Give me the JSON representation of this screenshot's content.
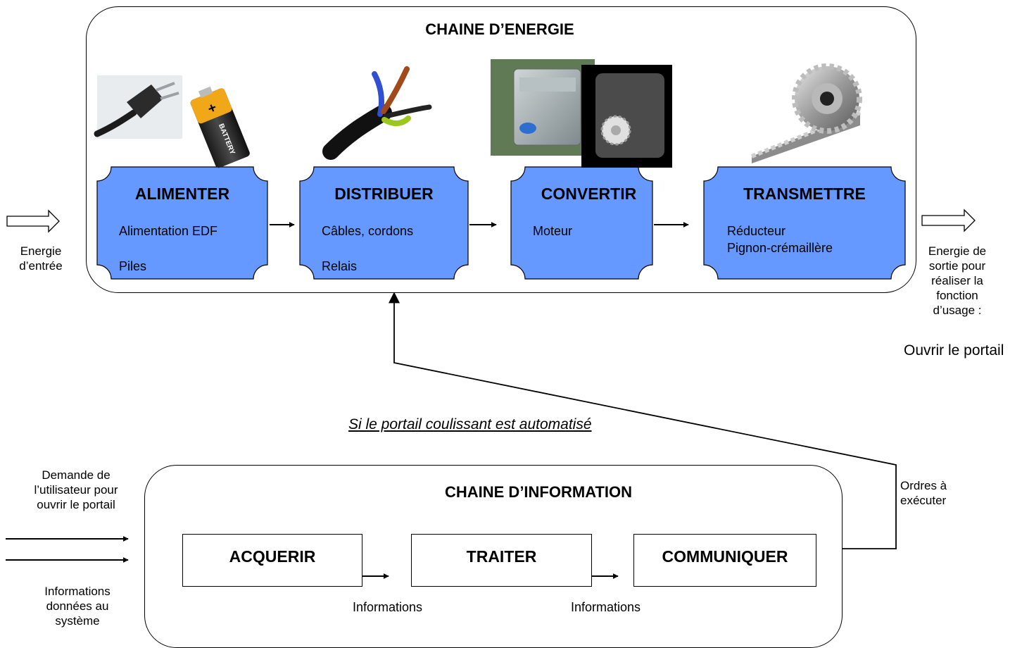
{
  "energy_chain": {
    "title": "CHAINE D’ENERGIE",
    "blocks": [
      {
        "title": "ALIMENTER",
        "line1": "Alimentation EDF",
        "line2": "Piles"
      },
      {
        "title": "DISTRIBUER",
        "line1": "Câbles, cordons",
        "line2": "Relais"
      },
      {
        "title": "CONVERTIR",
        "line1": "Moteur",
        "line2": ""
      },
      {
        "title": "TRANSMETTRE",
        "line1": "Réducteur",
        "line2": "Pignon-crémaillère"
      }
    ],
    "input_label": [
      "Energie",
      "d’entrée"
    ],
    "output_label": [
      "Energie de",
      "sortie pour",
      "réaliser la",
      "fonction",
      "d’usage :"
    ],
    "usage_function": "Ouvrir le portail",
    "battery_text": "BATTERY"
  },
  "caption": "Si le portail coulissant est automatisé",
  "info_chain": {
    "title": "CHAINE D’INFORMATION",
    "blocks": [
      "ACQUERIR",
      "TRAITER",
      "COMMUNIQUER"
    ],
    "flow_label_1": "Informations",
    "flow_label_2": "Informations",
    "request_label": [
      "Demande de",
      "l’utilisateur pour",
      "ouvrir le portail"
    ],
    "system_info_label": [
      "Informations",
      "données au",
      "système"
    ],
    "orders_label": [
      "Ordres à",
      "exécuter"
    ]
  },
  "colors": {
    "block_fill": "#6699ff",
    "stroke": "#000000"
  }
}
